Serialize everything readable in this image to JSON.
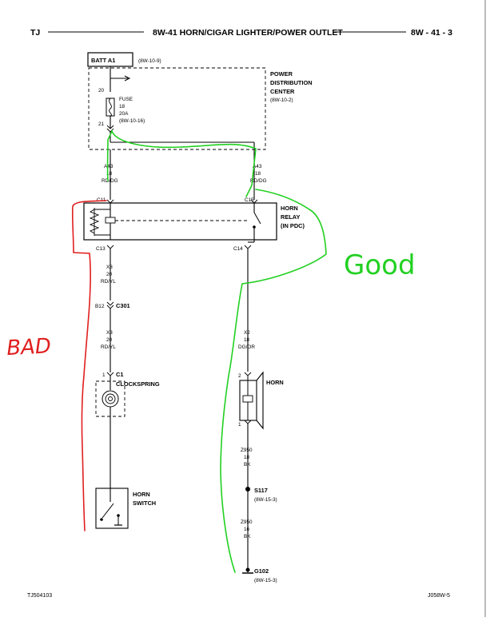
{
  "header": {
    "left": "TJ",
    "title": "8W-41 HORN/CIGAR LIGHTER/POWER OUTLET",
    "right": "8W - 41 - 3"
  },
  "footer": {
    "left": "TJ504103",
    "right": "J058W-5"
  },
  "batt": {
    "label": "BATT A1",
    "ref": "(8W-10-9)"
  },
  "pdc": {
    "line1": "POWER",
    "line2": "DISTRIBUTION",
    "line3": "CENTER",
    "ref": "(8W-10-2)",
    "pin_top": "20",
    "pin_bottom": "21",
    "fuse_label": "FUSE",
    "fuse_num": "18",
    "fuse_amp": "20A",
    "fuse_ref": "(8W-10-16)"
  },
  "wires": {
    "left_a43": {
      "circuit": "A43",
      "gauge": "18",
      "color": "RD/DG"
    },
    "right_a43": {
      "circuit": "A43",
      "gauge": "18",
      "color": "RD/DG"
    },
    "x3_top": {
      "circuit": "X3",
      "gauge": "20",
      "color": "RD/YL"
    },
    "x3_bottom": {
      "circuit": "X3",
      "gauge": "20",
      "color": "RD/YL"
    },
    "x2": {
      "circuit": "X2",
      "gauge": "18",
      "color": "DG/OR"
    },
    "z950_a": {
      "circuit": "Z950",
      "gauge": "18",
      "color": "BK"
    },
    "z950_b": {
      "circuit": "Z950",
      "gauge": "16",
      "color": "BK"
    }
  },
  "relay": {
    "line1": "HORN",
    "line2": "RELAY",
    "line3": "(IN PDC)",
    "c11": "C11",
    "c15": "C15",
    "c13": "C13",
    "c14": "C14"
  },
  "c301": {
    "pin": "B12",
    "label": "C301"
  },
  "clockspring": {
    "pin": "1",
    "conn": "C1",
    "label": "CLOCKSPRING"
  },
  "horn_switch": {
    "line1": "HORN",
    "line2": "SWITCH"
  },
  "horn": {
    "label": "HORN",
    "pin_top": "2",
    "pin_bottom": "1"
  },
  "s117": {
    "label": "S117",
    "ref": "(8W-15-3)"
  },
  "g102": {
    "label": "G102",
    "ref": "(8W-15-3)"
  },
  "annotations": {
    "bad": "BAD",
    "good": "Good",
    "bad_color": "#e02020",
    "good_color": "#22d022"
  }
}
